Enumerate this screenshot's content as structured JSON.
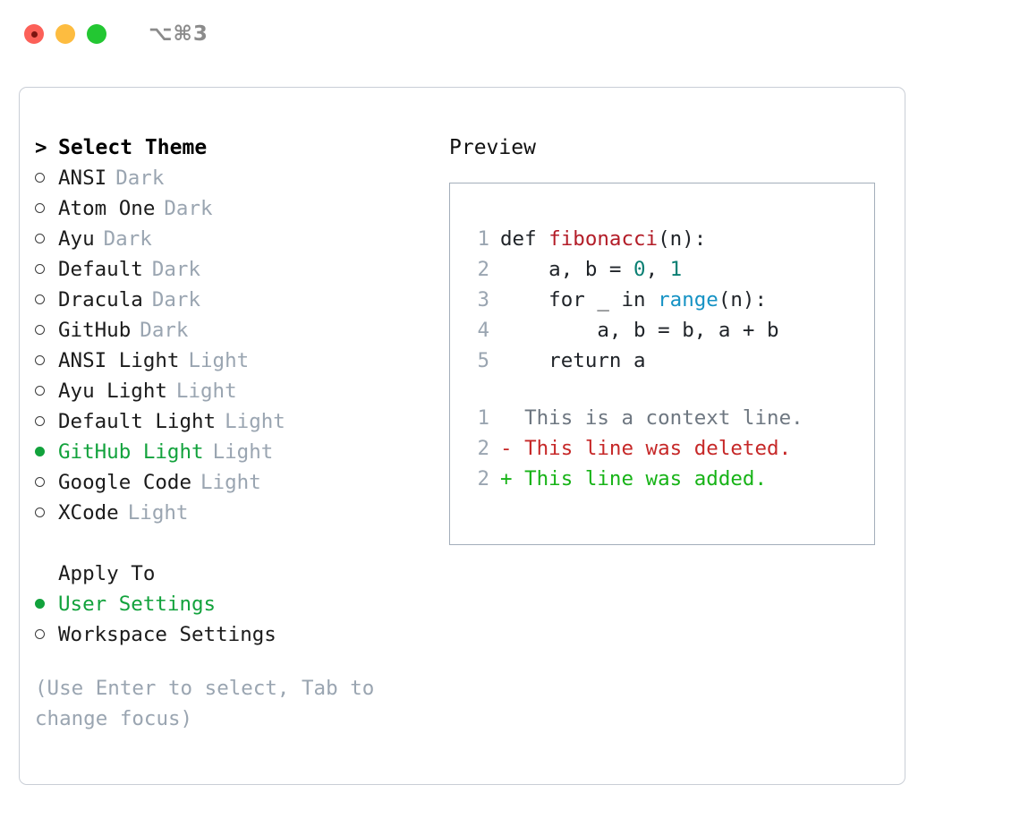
{
  "window": {
    "traffic_lights": [
      "close-red",
      "minimize-yellow",
      "maximize-green"
    ],
    "shortcut": "⌥⌘3"
  },
  "theme_picker": {
    "heading": "Select Theme",
    "caret": ">",
    "items": [
      {
        "label": "ANSI",
        "tag": "Dark",
        "selected": false
      },
      {
        "label": "Atom One",
        "tag": "Dark",
        "selected": false
      },
      {
        "label": "Ayu",
        "tag": "Dark",
        "selected": false
      },
      {
        "label": "Default",
        "tag": "Dark",
        "selected": false
      },
      {
        "label": "Dracula",
        "tag": "Dark",
        "selected": false
      },
      {
        "label": "GitHub",
        "tag": "Dark",
        "selected": false
      },
      {
        "label": "ANSI Light",
        "tag": "Light",
        "selected": false
      },
      {
        "label": "Ayu Light",
        "tag": "Light",
        "selected": false
      },
      {
        "label": "Default Light",
        "tag": "Light",
        "selected": false
      },
      {
        "label": "GitHub Light",
        "tag": "Light",
        "selected": true
      },
      {
        "label": "Google Code",
        "tag": "Light",
        "selected": false
      },
      {
        "label": "XCode",
        "tag": "Light",
        "selected": false
      }
    ]
  },
  "apply_to": {
    "heading": "Apply To",
    "options": [
      {
        "label": "User Settings",
        "selected": true
      },
      {
        "label": "Workspace Settings",
        "selected": false
      }
    ]
  },
  "hint": "(Use Enter to select, Tab to change focus)",
  "preview": {
    "title": "Preview",
    "code_lines": [
      {
        "num": "1",
        "tokens": [
          {
            "t": "def ",
            "c": "plain"
          },
          {
            "t": "fibonacci",
            "c": "fn"
          },
          {
            "t": "(n):",
            "c": "plain"
          }
        ]
      },
      {
        "num": "2",
        "tokens": [
          {
            "t": "    a, b = ",
            "c": "plain"
          },
          {
            "t": "0",
            "c": "num"
          },
          {
            "t": ", ",
            "c": "plain"
          },
          {
            "t": "1",
            "c": "num"
          }
        ]
      },
      {
        "num": "3",
        "tokens": [
          {
            "t": "    for _ in ",
            "c": "plain"
          },
          {
            "t": "range",
            "c": "call"
          },
          {
            "t": "(n):",
            "c": "plain"
          }
        ]
      },
      {
        "num": "4",
        "tokens": [
          {
            "t": "        a, b = b, a + b",
            "c": "plain"
          }
        ]
      },
      {
        "num": "5",
        "tokens": [
          {
            "t": "    return a",
            "c": "plain"
          }
        ]
      }
    ],
    "diff_lines": [
      {
        "num": "1",
        "marker": "  ",
        "text": "This is a context line.",
        "kind": "ctx"
      },
      {
        "num": "2",
        "marker": "- ",
        "text": "This line was deleted.",
        "kind": "del"
      },
      {
        "num": "2",
        "marker": "+ ",
        "text": "This line was added.",
        "kind": "add"
      }
    ]
  },
  "colors": {
    "accent_green": "#12a23c",
    "muted_gray": "#9aa5b1",
    "fn_red": "#b31d28",
    "num_teal": "#0a7f73",
    "call_blue": "#1592c4",
    "diff_add": "#17b317",
    "diff_del": "#c62828",
    "border": "#c9ced6",
    "preview_border": "#a3aeba"
  }
}
